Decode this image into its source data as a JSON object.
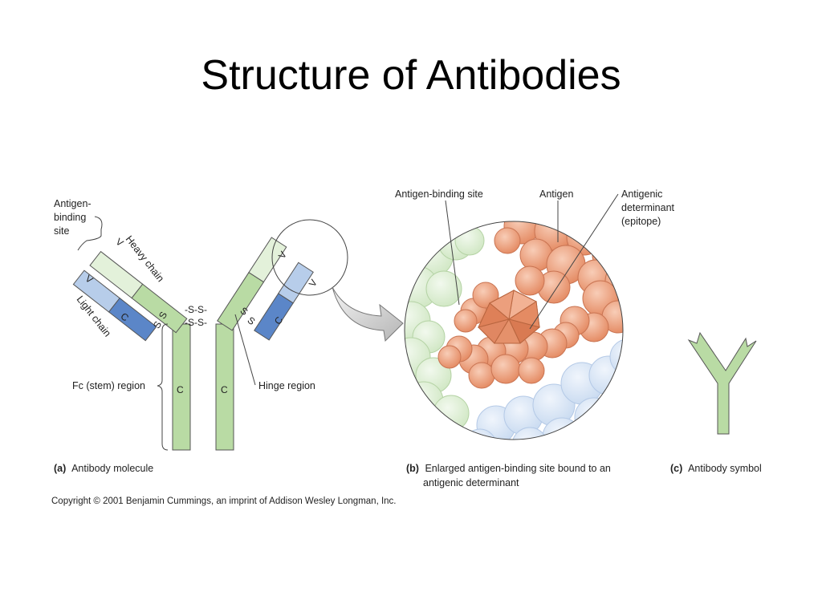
{
  "slide": {
    "title": "Structure of Antibodies"
  },
  "panel_a": {
    "antigen_binding_site": [
      "Antigen-",
      "binding",
      "site"
    ],
    "heavy_chain": "Heavy chain",
    "light_chain": "Light chain",
    "variable": "V",
    "constant": "C",
    "disulfide_bond": "-S-S-",
    "disulfide_s": "S",
    "fc_region": "Fc (stem) region",
    "hinge_region": "Hinge region",
    "caption_letter": "(a)",
    "caption": "Antibody molecule"
  },
  "panel_b": {
    "antigen_binding_site": "Antigen-binding site",
    "antigen": "Antigen",
    "antigenic_determinant": [
      "Antigenic",
      "determinant",
      "(epitope)"
    ],
    "caption_letter": "(b)",
    "caption": [
      "Enlarged antigen-binding site bound to an",
      "antigenic determinant"
    ]
  },
  "panel_c": {
    "caption_letter": "(c)",
    "caption": "Antibody symbol"
  },
  "copyright": "Copyright © 2001 Benjamin Cummings, an imprint of Addison Wesley Longman, Inc.",
  "colors": {
    "heavy_chain_constant": "#b9dba4",
    "heavy_chain_variable": "#e3f1da",
    "light_chain_constant": "#5b86c8",
    "light_chain_variable": "#b7cdea",
    "antigen": "#eea582",
    "heavy_sphere": "#dff0d8",
    "light_sphere": "#dce8f6",
    "outline": "#555555"
  }
}
